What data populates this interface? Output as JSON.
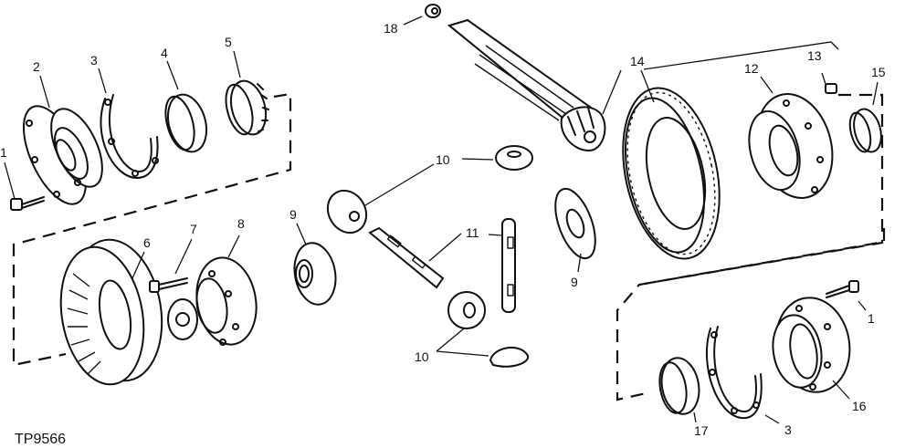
{
  "figure": {
    "id_label": "TP9566",
    "type": "exploded parts diagram"
  },
  "callouts": [
    {
      "key": "c1a",
      "number": "1"
    },
    {
      "key": "c2",
      "number": "2"
    },
    {
      "key": "c3a",
      "number": "3"
    },
    {
      "key": "c4",
      "number": "4"
    },
    {
      "key": "c5",
      "number": "5"
    },
    {
      "key": "c6",
      "number": "6"
    },
    {
      "key": "c7",
      "number": "7"
    },
    {
      "key": "c8",
      "number": "8"
    },
    {
      "key": "c9a",
      "number": "9"
    },
    {
      "key": "c9b",
      "number": "9"
    },
    {
      "key": "c10a",
      "number": "10"
    },
    {
      "key": "c10b",
      "number": "10"
    },
    {
      "key": "c11",
      "number": "11"
    },
    {
      "key": "c12",
      "number": "12"
    },
    {
      "key": "c13",
      "number": "13"
    },
    {
      "key": "c14",
      "number": "14"
    },
    {
      "key": "c15",
      "number": "15"
    },
    {
      "key": "c16",
      "number": "16"
    },
    {
      "key": "c17",
      "number": "17"
    },
    {
      "key": "c18",
      "number": "18"
    },
    {
      "key": "c1b",
      "number": "1"
    },
    {
      "key": "c3b",
      "number": "3"
    }
  ],
  "colors": {
    "ink": "#111111",
    "paper": "#ffffff"
  }
}
